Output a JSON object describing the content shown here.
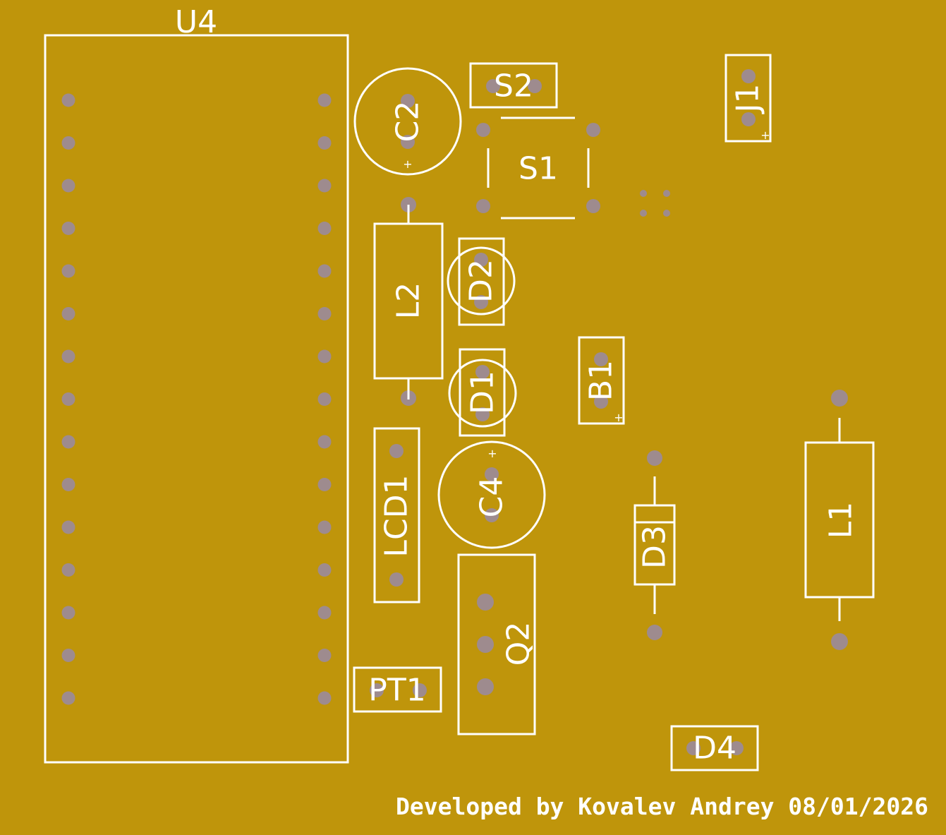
{
  "board": {
    "background_color": "#BF950B",
    "silkscreen_color": "#FFFFFF",
    "pad_color": "#9E8B8E"
  },
  "components": {
    "U4": "U4",
    "C2": "C2",
    "S2": "S2",
    "S1": "S1",
    "J1": "J1",
    "L2": "L2",
    "D2": "D2",
    "D1": "D1",
    "B1": "B1",
    "LCD1": "LCD1",
    "C4": "C4",
    "D3": "D3",
    "L1": "L1",
    "Q2": "Q2",
    "PT1": "PT1",
    "D4": "D4"
  },
  "polarity_mark": "+",
  "credit": "Developed by Kovalev Andrey 08/01/2026"
}
